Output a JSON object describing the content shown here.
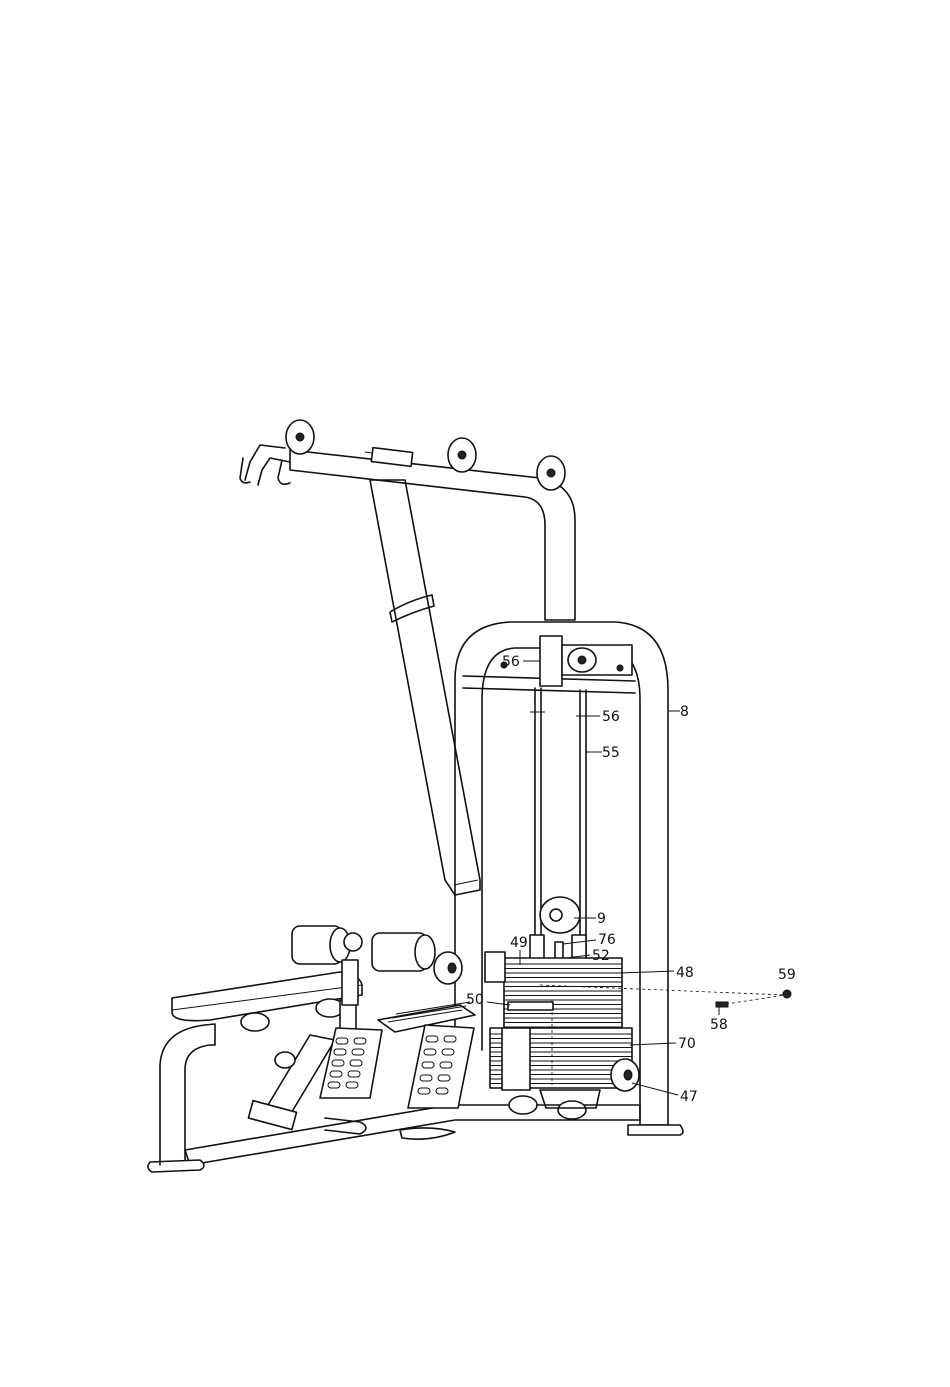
{
  "callouts": [
    {
      "id": "56a",
      "label": "56"
    },
    {
      "id": "56b",
      "label": "56"
    },
    {
      "id": "8",
      "label": "8"
    },
    {
      "id": "55",
      "label": "55"
    },
    {
      "id": "9",
      "label": "9"
    },
    {
      "id": "76",
      "label": "76"
    },
    {
      "id": "49",
      "label": "49"
    },
    {
      "id": "52",
      "label": "52"
    },
    {
      "id": "48",
      "label": "48"
    },
    {
      "id": "59",
      "label": "59"
    },
    {
      "id": "50",
      "label": "50"
    },
    {
      "id": "58",
      "label": "58"
    },
    {
      "id": "70",
      "label": "70"
    },
    {
      "id": "47",
      "label": "47"
    }
  ]
}
